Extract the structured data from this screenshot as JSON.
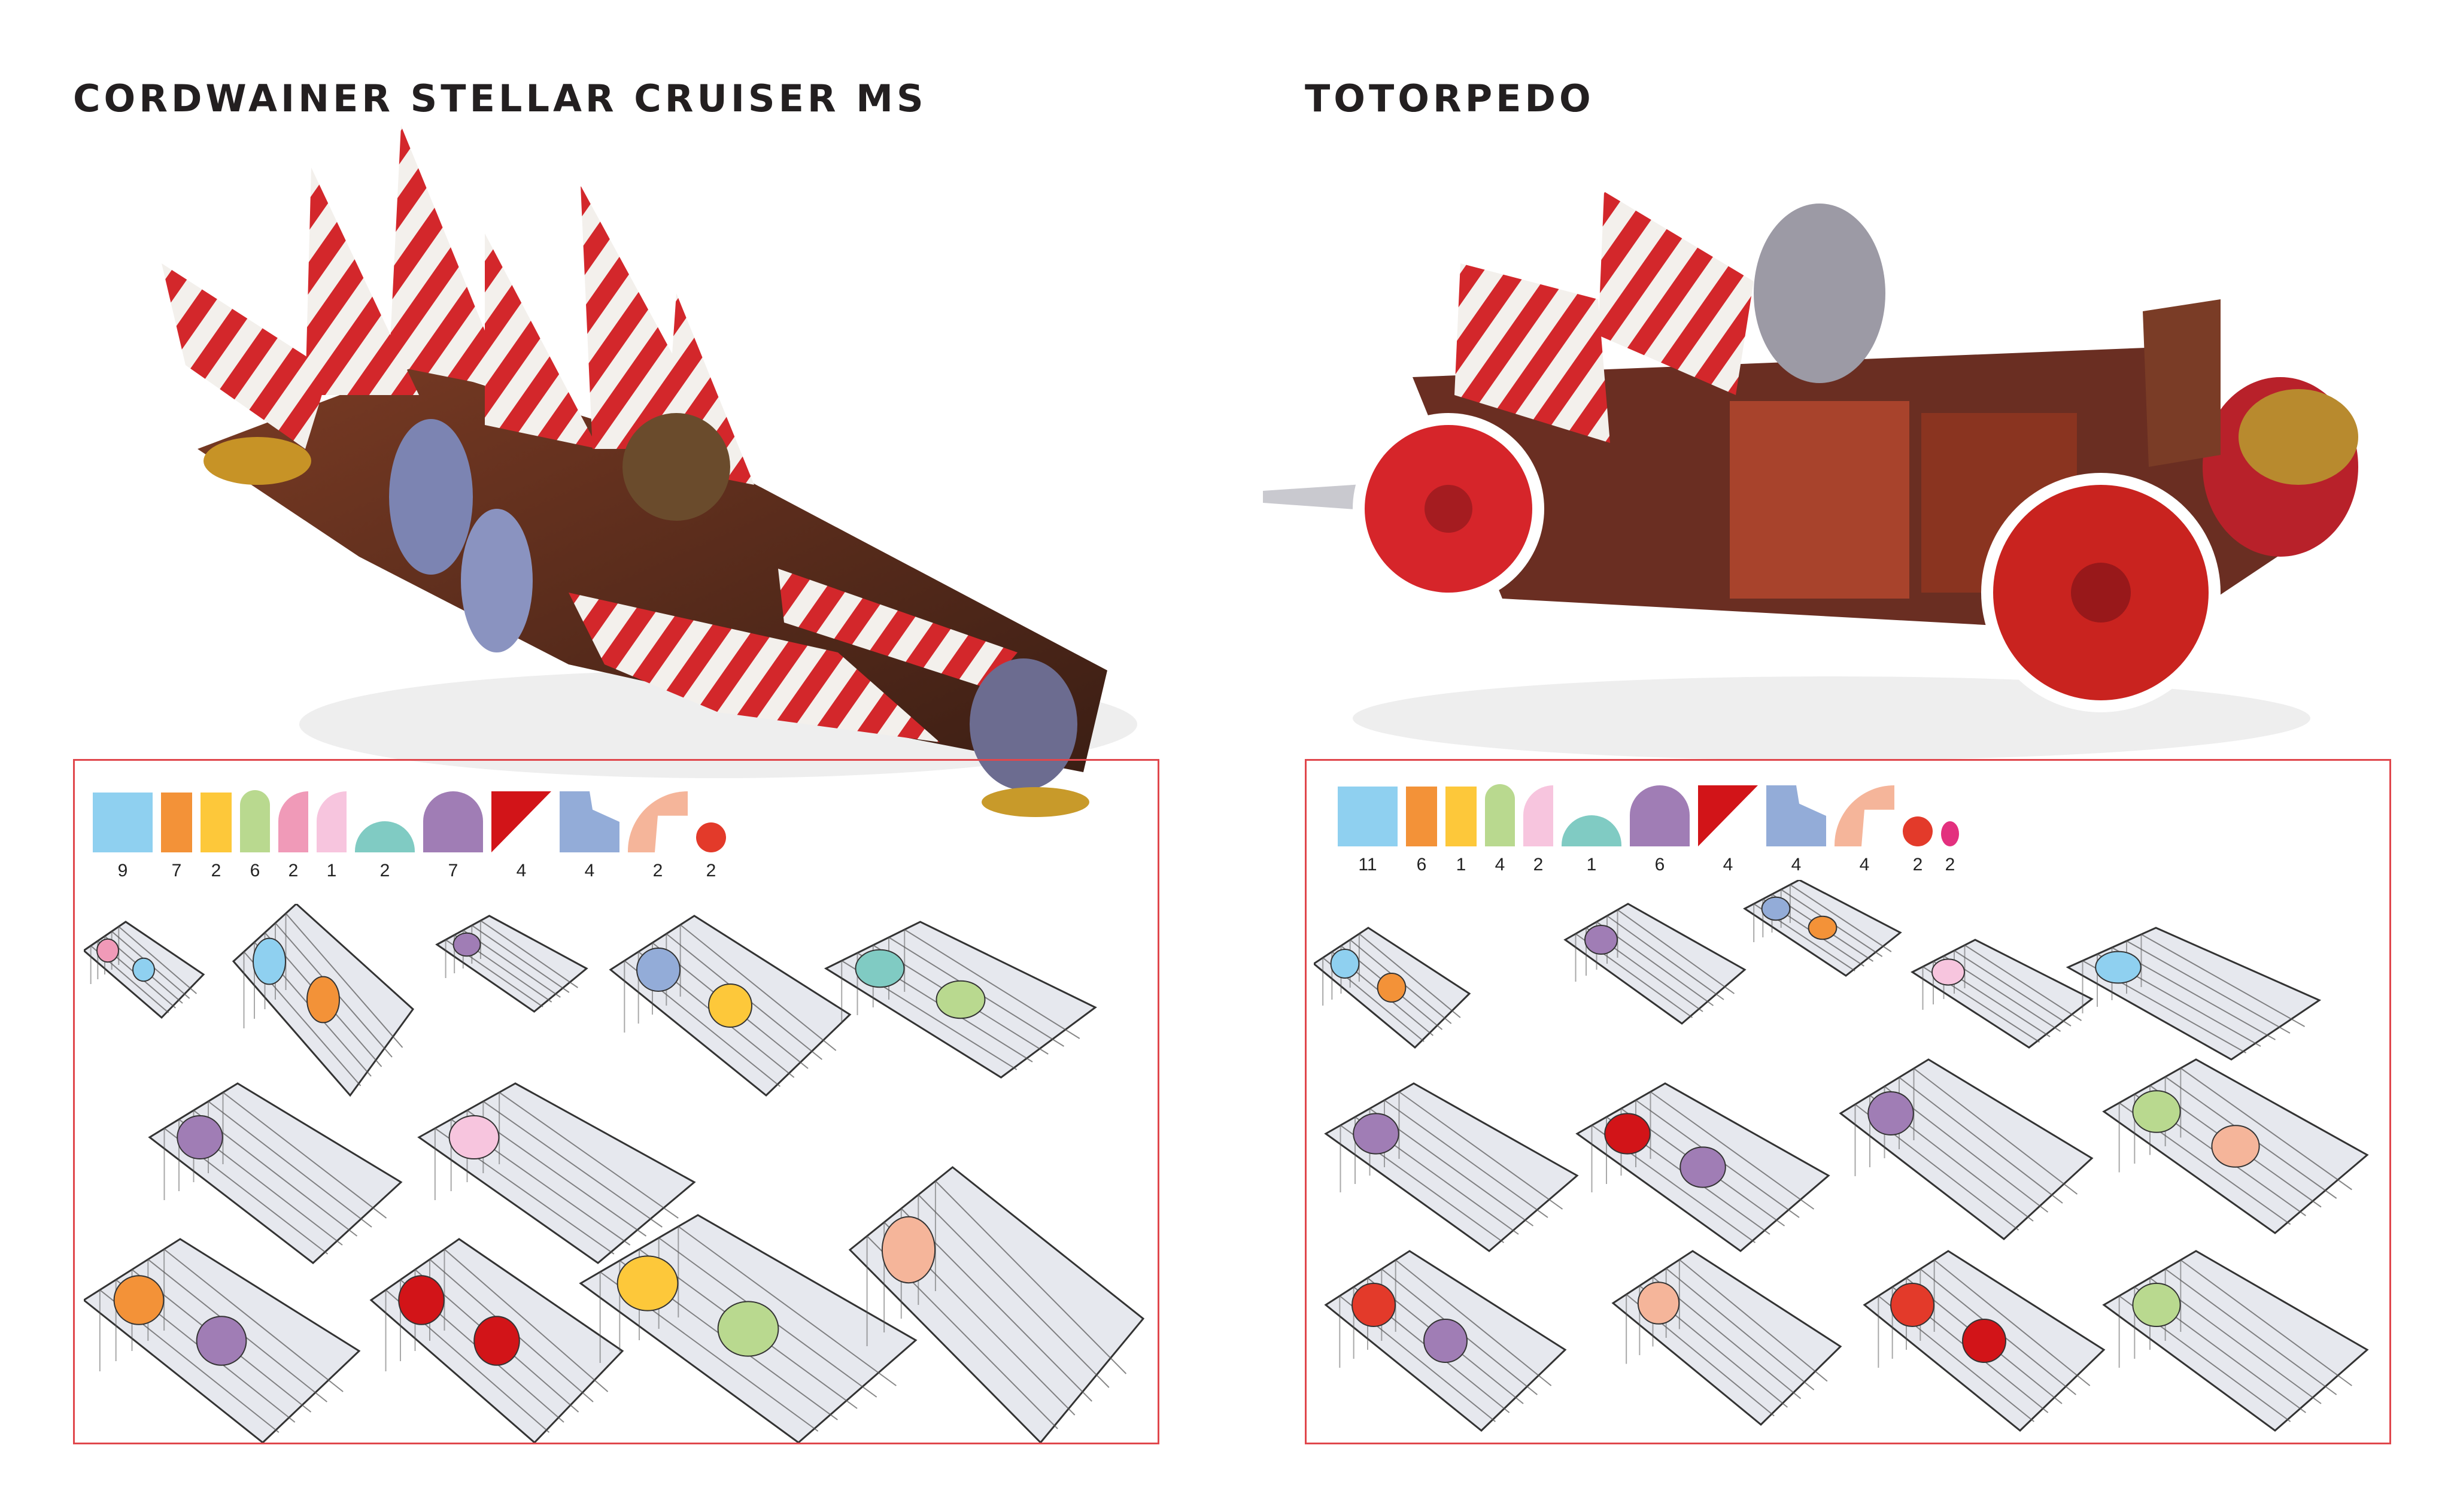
{
  "models": [
    {
      "title": "CORDWAINER STELLAR CRUISER MS",
      "parts": [
        {
          "color": "#8fd0f0",
          "shape": "wide-rect",
          "count": "9"
        },
        {
          "color": "#f39238",
          "shape": "rect",
          "count": "7"
        },
        {
          "color": "#fdc83a",
          "shape": "rect",
          "count": "2"
        },
        {
          "color": "#b9d98f",
          "shape": "tall-arch",
          "count": "6"
        },
        {
          "color": "#f09ab8",
          "shape": "quarter",
          "count": "2"
        },
        {
          "color": "#f7c5de",
          "shape": "quarter",
          "count": "1"
        },
        {
          "color": "#80cbc3",
          "shape": "dome",
          "count": "2"
        },
        {
          "color": "#a07db5",
          "shape": "arch",
          "count": "7"
        },
        {
          "color": "#d21418",
          "shape": "triangle",
          "count": "4"
        },
        {
          "color": "#93acd8",
          "shape": "notch",
          "count": "4"
        },
        {
          "color": "#f5b59a",
          "shape": "curve",
          "count": "2"
        },
        {
          "color": "#e33a2a",
          "shape": "oval",
          "count": "2"
        }
      ]
    },
    {
      "title": "TOTORPEDO",
      "parts": [
        {
          "color": "#8fd0f0",
          "shape": "wide-rect",
          "count": "11"
        },
        {
          "color": "#f39238",
          "shape": "rect",
          "count": "6"
        },
        {
          "color": "#fdc83a",
          "shape": "rect",
          "count": "1"
        },
        {
          "color": "#b9d98f",
          "shape": "tall-arch",
          "count": "4"
        },
        {
          "color": "#f7c5de",
          "shape": "quarter",
          "count": "2"
        },
        {
          "color": "#80cbc3",
          "shape": "dome",
          "count": "1"
        },
        {
          "color": "#a07db5",
          "shape": "arch",
          "count": "6"
        },
        {
          "color": "#d21418",
          "shape": "triangle",
          "count": "4"
        },
        {
          "color": "#93acd8",
          "shape": "notch",
          "count": "4"
        },
        {
          "color": "#f5b59a",
          "shape": "curve",
          "count": "4"
        },
        {
          "color": "#e33a2a",
          "shape": "oval",
          "count": "2"
        },
        {
          "color": "#e3307e",
          "shape": "small-oval",
          "count": "2"
        }
      ]
    }
  ]
}
